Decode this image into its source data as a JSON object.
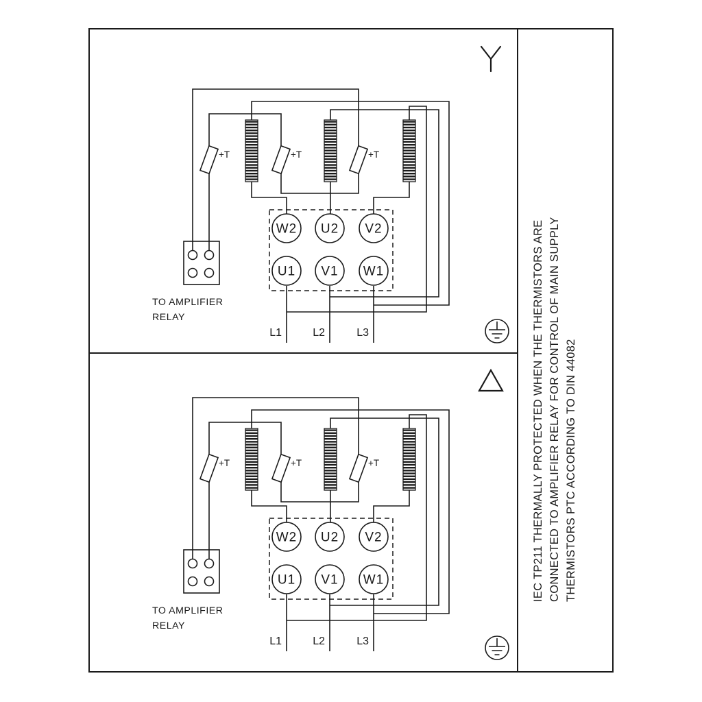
{
  "colors": {
    "ink": "#1a1a1a",
    "background": "#ffffff"
  },
  "side_note": {
    "line1": "IEC TP211 THERMALLY PROTECTED WHEN THE THERMISTORS ARE",
    "line2": "CONNECTED TO AMPLIFIER RELAY FOR CONTROL OF MAIN SUPPLY",
    "line3": "THERMISTORS PTC ACCORDING TO DIN 44082"
  },
  "diagrams": [
    {
      "connection_symbol": "star-symbol",
      "thermistor_labels": [
        "+T",
        "+T",
        "+T"
      ],
      "terminal_row_top": [
        "W2",
        "U2",
        "V2"
      ],
      "terminal_row_bottom": [
        "U1",
        "V1",
        "W1"
      ],
      "supply_labels": [
        "L1",
        "L2",
        "L3"
      ],
      "relay_caption_line1": "TO AMPLIFIER",
      "relay_caption_line2": "RELAY",
      "earth_symbol": "earth-ground-symbol"
    },
    {
      "connection_symbol": "delta-symbol",
      "thermistor_labels": [
        "+T",
        "+T",
        "+T"
      ],
      "terminal_row_top": [
        "W2",
        "U2",
        "V2"
      ],
      "terminal_row_bottom": [
        "U1",
        "V1",
        "W1"
      ],
      "supply_labels": [
        "L1",
        "L2",
        "L3"
      ],
      "relay_caption_line1": "TO AMPLIFIER",
      "relay_caption_line2": "RELAY",
      "earth_symbol": "earth-ground-symbol"
    }
  ]
}
